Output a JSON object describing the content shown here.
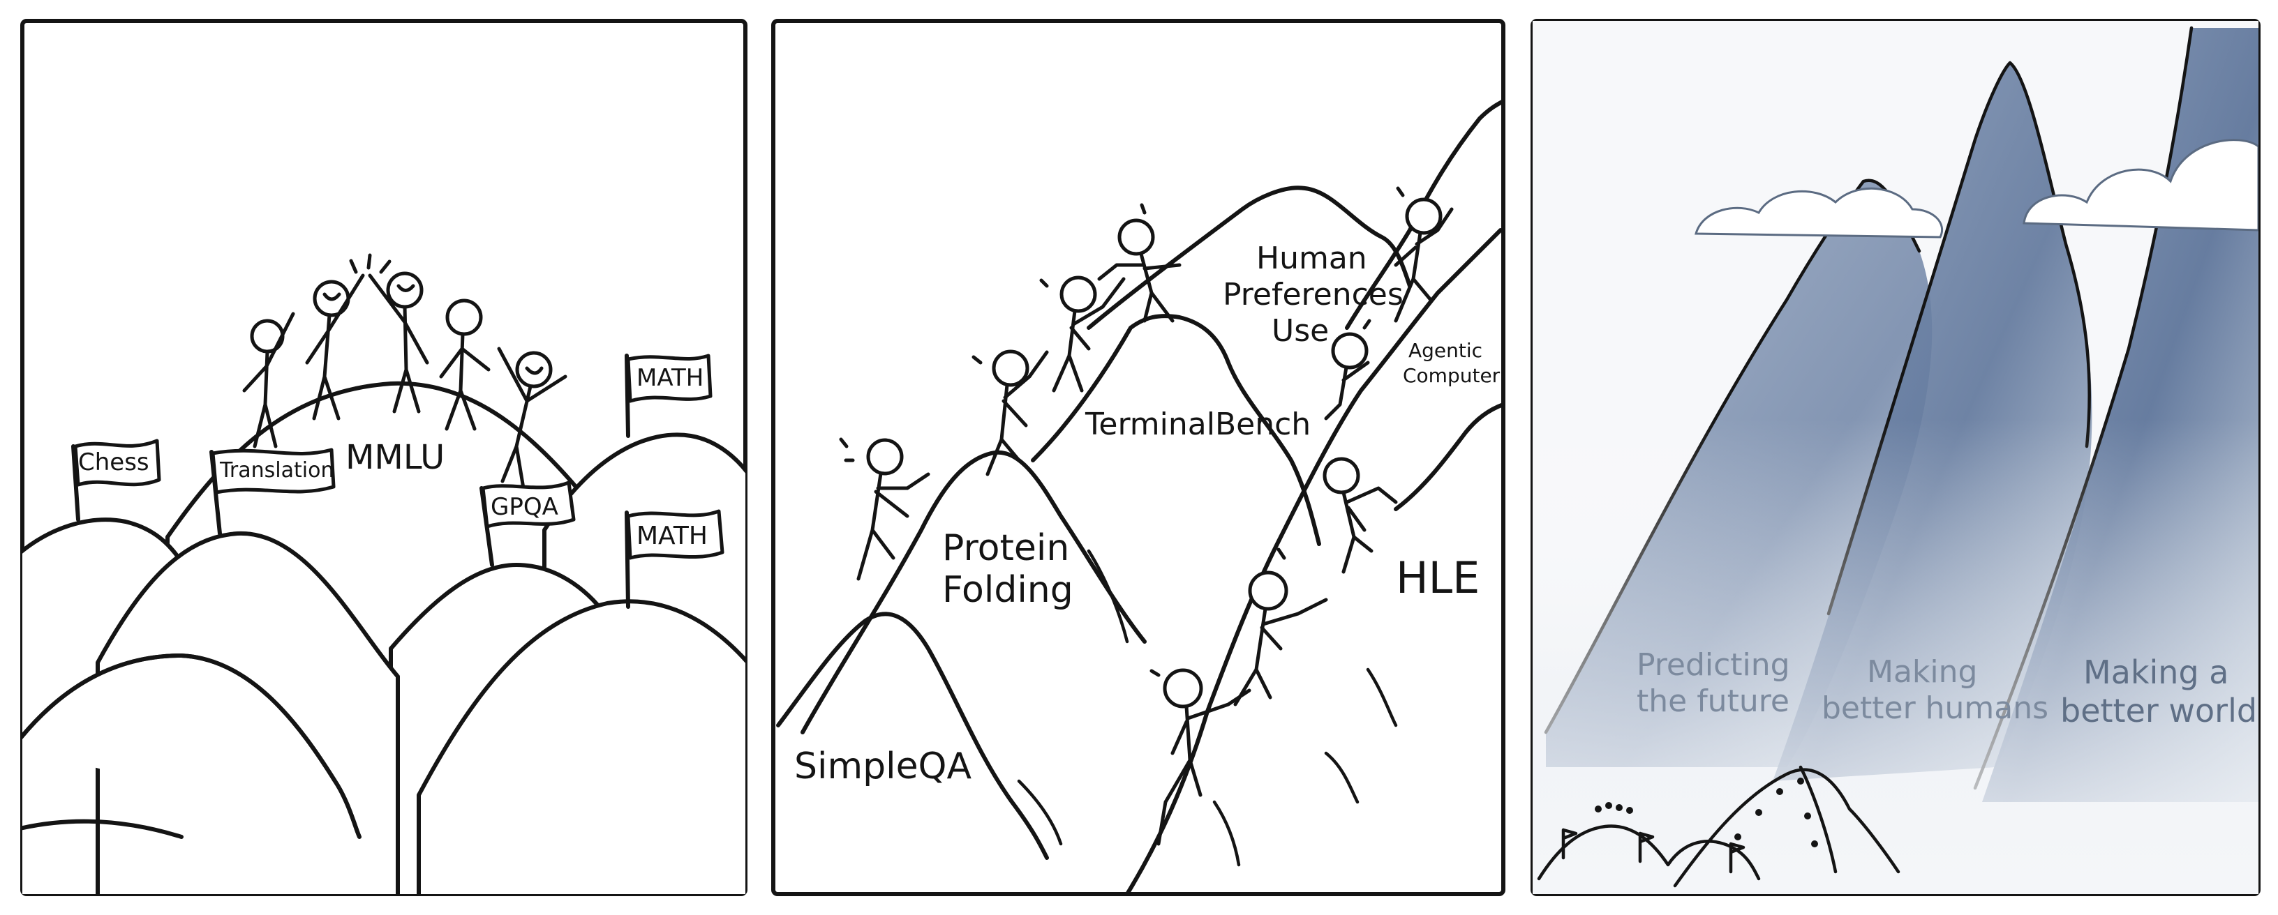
{
  "panels": [
    {
      "flags": [
        "Chess",
        "Translation",
        "GPQA",
        "MATH",
        "MATH"
      ],
      "peak_label": "MMLU"
    },
    {
      "labels": [
        "Human",
        "Preferences",
        "Use",
        "Agentic",
        "Computer",
        "TerminalBench",
        "Protein",
        "Folding",
        "HLE",
        "SimpleQA"
      ]
    },
    {
      "labels": [
        "Predicting",
        "the future",
        "Making",
        "better humans",
        "Making a",
        "better world"
      ]
    }
  ],
  "colors": {
    "ink": "#141414",
    "mountain_blue": "#6e82a3",
    "mist": "#e8ecf1",
    "panel_bg": "#ffffff"
  }
}
